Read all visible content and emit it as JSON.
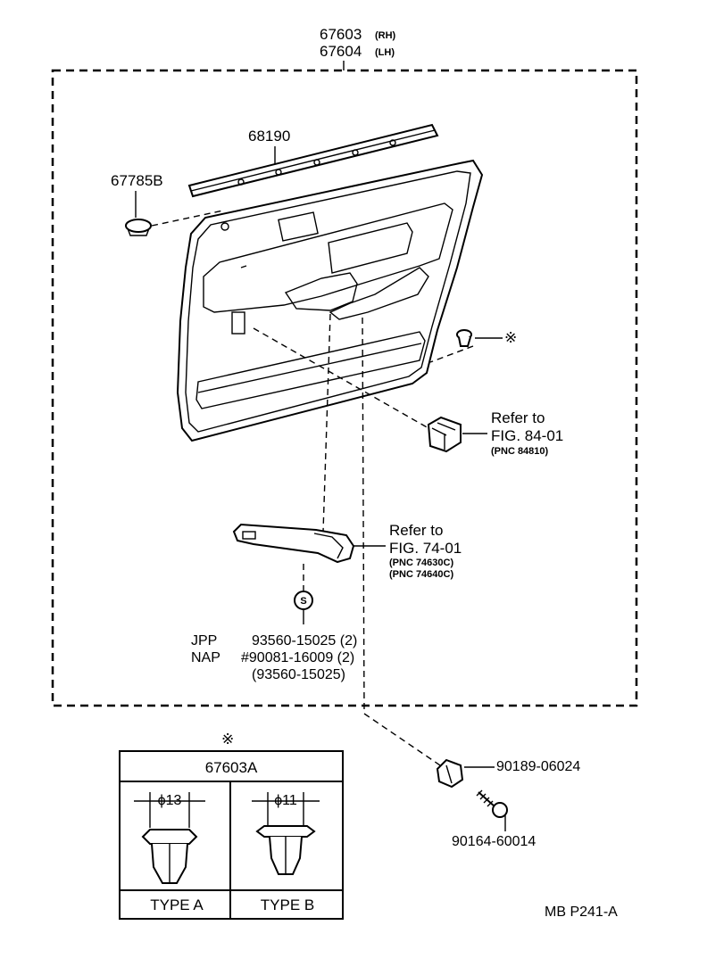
{
  "assembly": {
    "rh_number": "67603",
    "rh_tag": "(RH)",
    "lh_number": "67604",
    "lh_tag": "(LH)"
  },
  "parts": {
    "weatherstrip": "68190",
    "cover": "67785B",
    "clip_symbol": "※",
    "fastener_symbol": "S",
    "nut": "90189-06024",
    "screw": "90164-60014"
  },
  "refs": {
    "switch": {
      "line1": "Refer to",
      "line2": "FIG. 84-01",
      "pnc": "(PNC 84810)"
    },
    "armrest": {
      "line1": "Refer to",
      "line2": "FIG. 74-01",
      "pnc1": "(PNC 74630C)",
      "pnc2": "(PNC 74640C)"
    }
  },
  "fasteners": {
    "jpp_label": "JPP",
    "jpp_value": "93560-15025 (2)",
    "nap_label": "NAP",
    "nap_value": "#90081-16009 (2)",
    "nap_alt": "(93560-15025)"
  },
  "clip_table": {
    "symbol": "※",
    "part_number": "67603A",
    "type_a_dim": "ϕ13",
    "type_b_dim": "ϕ11",
    "type_a_label": "TYPE  A",
    "type_b_label": "TYPE  B"
  },
  "footer": {
    "code": "MB  P241-A"
  }
}
